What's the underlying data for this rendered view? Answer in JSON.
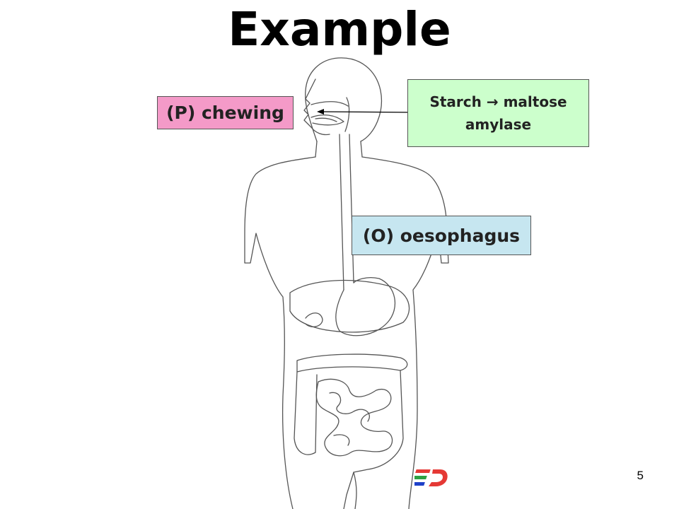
{
  "title": "Example",
  "labels": {
    "chewing": "(P) chewing",
    "starch_line1": "Starch  →  maltose",
    "starch_line2": "amylase",
    "oesophagus": "(O) oesophagus"
  },
  "logo_text": "ED",
  "page_number": "5",
  "colors": {
    "pink": "#f49ac8",
    "green": "#ccffcc",
    "blue": "#c6e6f0",
    "logo_red": "#e53935",
    "logo_blue": "#1e40c8"
  }
}
